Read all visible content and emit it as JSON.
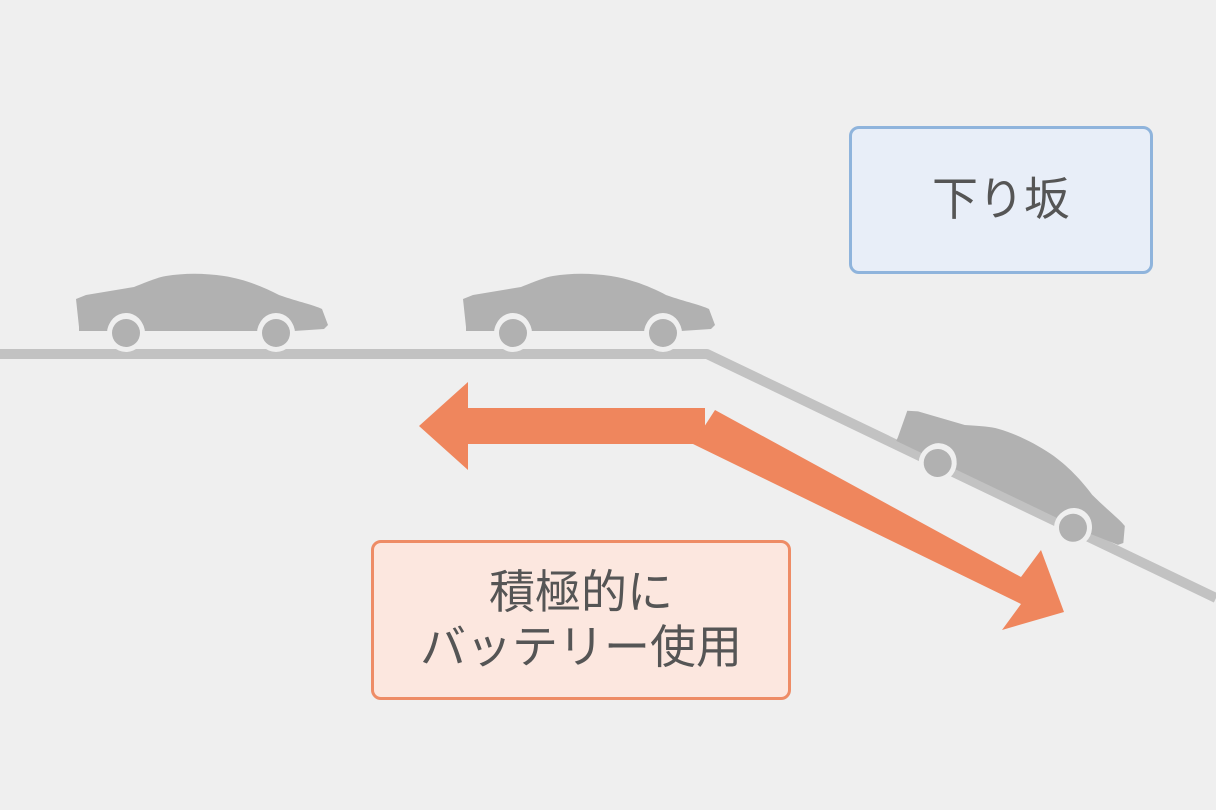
{
  "labels": {
    "slope": "下り坂",
    "battery_line1": "積極的に",
    "battery_line2": "バッテリー使用"
  },
  "colors": {
    "background": "#efefef",
    "road": "#c2c2c2",
    "car": "#b1b1b1",
    "arrow": "#ef865d",
    "slope_box_border": "#8fb4dc",
    "slope_box_fill": "#e8eef8",
    "battery_box_border": "#ee8c66",
    "battery_box_fill": "#fce7df",
    "text": "#555555"
  },
  "icons": [
    "car-icon",
    "car-icon",
    "car-icon",
    "left-arrow-icon",
    "downhill-arrow-icon"
  ]
}
